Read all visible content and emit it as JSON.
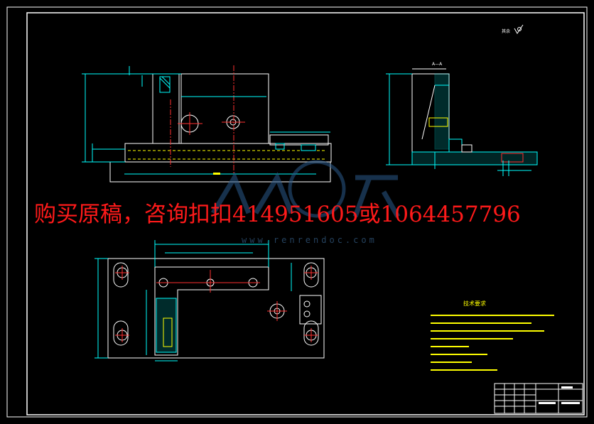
{
  "promo_text": "购买原稿，咨询扣扣414951605或1064457796",
  "watermark_url": "www.renrendoc.com",
  "section_label": "A—A",
  "tech_requirements_title": "技术要求",
  "roughness_note": "其余",
  "colors": {
    "background": "#000000",
    "outline": "#ffffff",
    "dimension": "#00ffff",
    "centerline": "#ff3030",
    "hatch": "#00ffff",
    "notes": "#ffff00",
    "promo": "#ff1a1a",
    "watermark": "#2a5a8a"
  }
}
